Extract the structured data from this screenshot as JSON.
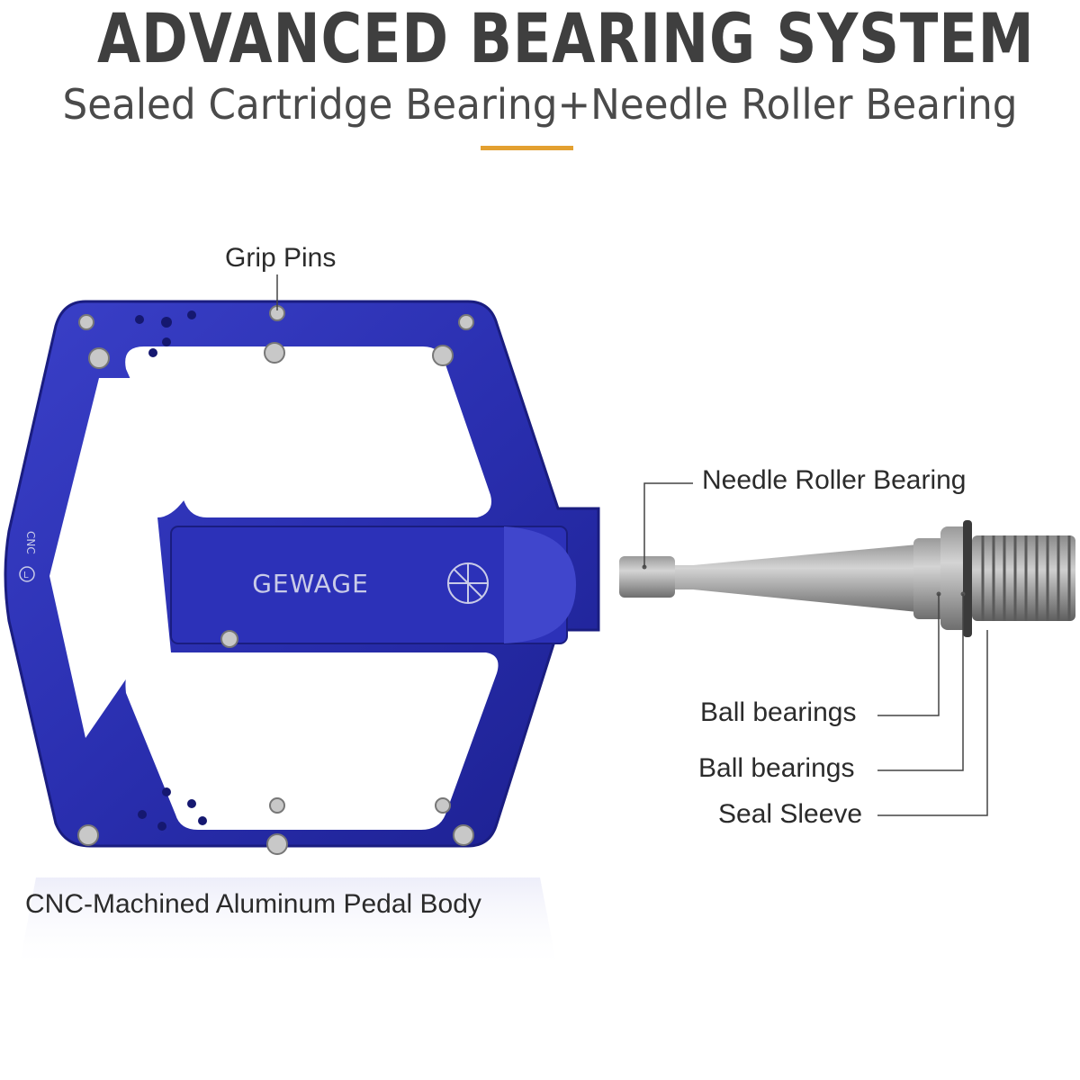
{
  "header": {
    "title": "ADVANCED BEARING SYSTEM",
    "subtitle": "Sealed Cartridge Bearing+Needle Roller Bearing",
    "accent_color": "#e3a030"
  },
  "pedal": {
    "brand": "GEWAGE",
    "side_mark": "CNC",
    "side_letter": "L",
    "body_color": "#2a2fb0"
  },
  "callouts": {
    "grip_pins": "Grip Pins",
    "needle_roller_bearing": "Needle Roller Bearing",
    "ball_bearings_1": "Ball bearings",
    "ball_bearings_2": "Ball bearings",
    "seal_sleeve": "Seal Sleeve",
    "pedal_body": "CNC-Machined Aluminum Pedal Body"
  }
}
